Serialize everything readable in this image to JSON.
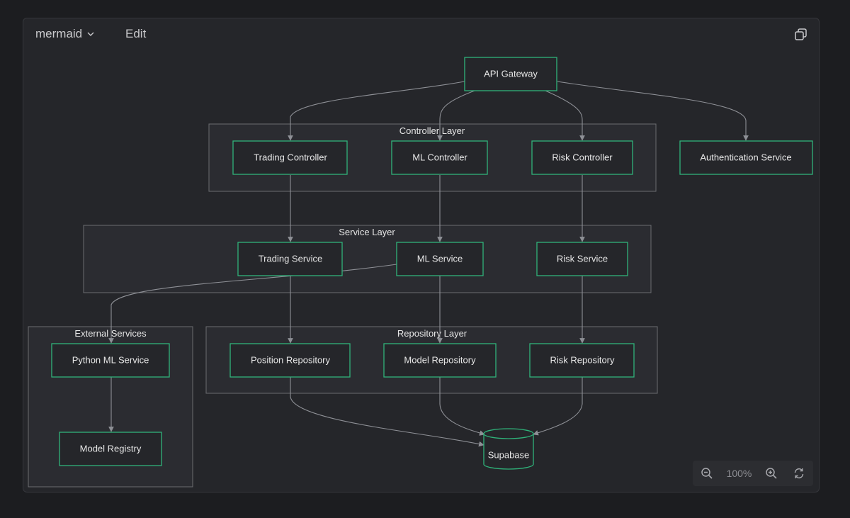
{
  "toolbar": {
    "language_label": "mermaid",
    "edit_label": "Edit",
    "zoom_level": "100%"
  },
  "diagram": {
    "subgraphs": {
      "controller": "Controller Layer",
      "service": "Service Layer",
      "external": "External Services",
      "repository": "Repository Layer"
    },
    "nodes": {
      "api_gateway": "API Gateway",
      "trading_controller": "Trading Controller",
      "ml_controller": "ML Controller",
      "risk_controller": "Risk Controller",
      "auth_service": "Authentication Service",
      "trading_service": "Trading Service",
      "ml_service": "ML Service",
      "risk_service": "Risk Service",
      "python_ml_service": "Python ML Service",
      "model_registry": "Model Registry",
      "position_repository": "Position Repository",
      "model_repository": "Model Repository",
      "risk_repository": "Risk Repository",
      "supabase": "Supabase"
    }
  },
  "colors": {
    "node_border": "#2fb37a",
    "edge": "#8e9096",
    "panel_bg": "#25262a",
    "page_bg": "#1c1d20"
  }
}
